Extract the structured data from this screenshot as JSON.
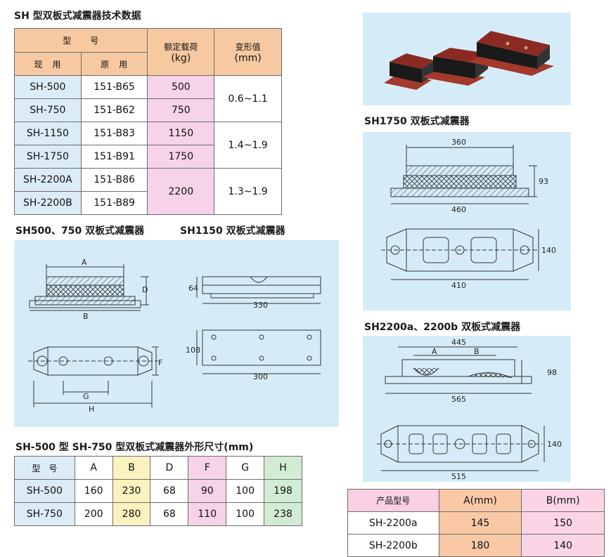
{
  "headings": {
    "tech_data": "SH 型双板式减震器技术数据",
    "sh500_750": "SH500、750 双板式减震器",
    "sh1150": "SH1150 双板式减震器",
    "sh1750": "SH1750 双板式减震器",
    "sh2200": "SH2200a、2200b 双板式减震器",
    "dims_table": "SH-500 型 SH-750 型双板式减震器外形尺寸(mm)"
  },
  "tech_table": {
    "h_model": "型　　号",
    "h_load": "额定载荷",
    "h_load_unit": "(kg)",
    "h_def": "变形值",
    "h_def_unit": "(mm)",
    "h_current": "现　用",
    "h_original": "原　用",
    "rows": [
      {
        "cur": "SH-500",
        "orig": "151-B65",
        "load": "500"
      },
      {
        "cur": "SH-750",
        "orig": "151-B62",
        "load": "750"
      },
      {
        "cur": "SH-1150",
        "orig": "151-B83",
        "load": "1150"
      },
      {
        "cur": "SH-1750",
        "orig": "151-B91",
        "load": "1750"
      },
      {
        "cur": "SH-2200A",
        "orig": "151-B86"
      },
      {
        "cur": "SH-2200B",
        "orig": "151-B89"
      }
    ],
    "load_2200": "2200",
    "def_a": "0.6~1.1",
    "def_b": "1.4~1.9",
    "def_c": "1.3~1.9"
  },
  "dims_table": {
    "headers": [
      "型　号",
      "A",
      "B",
      "D",
      "F",
      "G",
      "H"
    ],
    "rows": [
      [
        "SH-500",
        "160",
        "230",
        "68",
        "90",
        "100",
        "198"
      ],
      [
        "SH-750",
        "200",
        "280",
        "68",
        "110",
        "100",
        "238"
      ]
    ]
  },
  "prod_table": {
    "headers": [
      "产品型号",
      "A(mm)",
      "B(mm)"
    ],
    "rows": [
      [
        "SH-2200a",
        "145",
        "150"
      ],
      [
        "SH-2200b",
        "180",
        "140"
      ]
    ]
  },
  "drawing_labels": {
    "a": "A",
    "b": "B",
    "d": "D",
    "f": "F",
    "g": "G",
    "h": "H",
    "d64": "64",
    "d330": "330",
    "d108": "108",
    "d300": "300",
    "d360": "360",
    "d93": "93",
    "d460": "460",
    "d140": "140",
    "d410": "410",
    "d445": "445",
    "d98": "98",
    "d565": "565",
    "d140b": "140",
    "d515": "515"
  },
  "colors": {
    "panel": "#d5ecf8",
    "header": "#f7c9a0",
    "pink": "#f6d3e8",
    "blue": "#dcecf7",
    "yellow": "#fbf3bf",
    "green": "#d2ecd4",
    "product_red": "#8b2a22"
  }
}
